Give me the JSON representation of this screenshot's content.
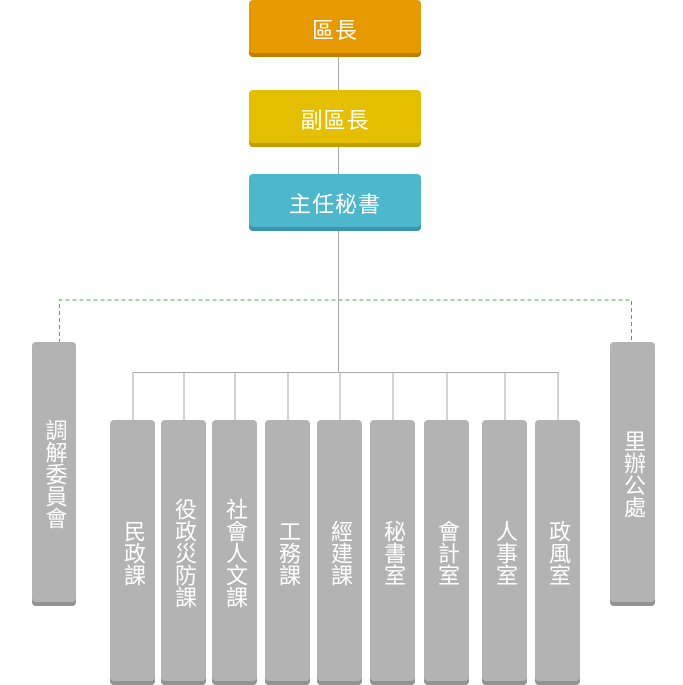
{
  "top": {
    "chief": "區長",
    "deputy": "副區長",
    "secretary": "主任秘書"
  },
  "side_units": {
    "left": "調解委員會",
    "right": "里辦公處"
  },
  "departments": [
    "民政課",
    "役政災防課",
    "社會人文課",
    "工務課",
    "經建課",
    "秘書室",
    "會計室",
    "人事室",
    "政風室"
  ],
  "colors": {
    "chief": "#e69a00",
    "deputy": "#e4bf00",
    "secretary": "#4db7cc",
    "unit": "#b3b3b3",
    "line": "#aaaaaa",
    "dashed_line": "#4caf50"
  }
}
